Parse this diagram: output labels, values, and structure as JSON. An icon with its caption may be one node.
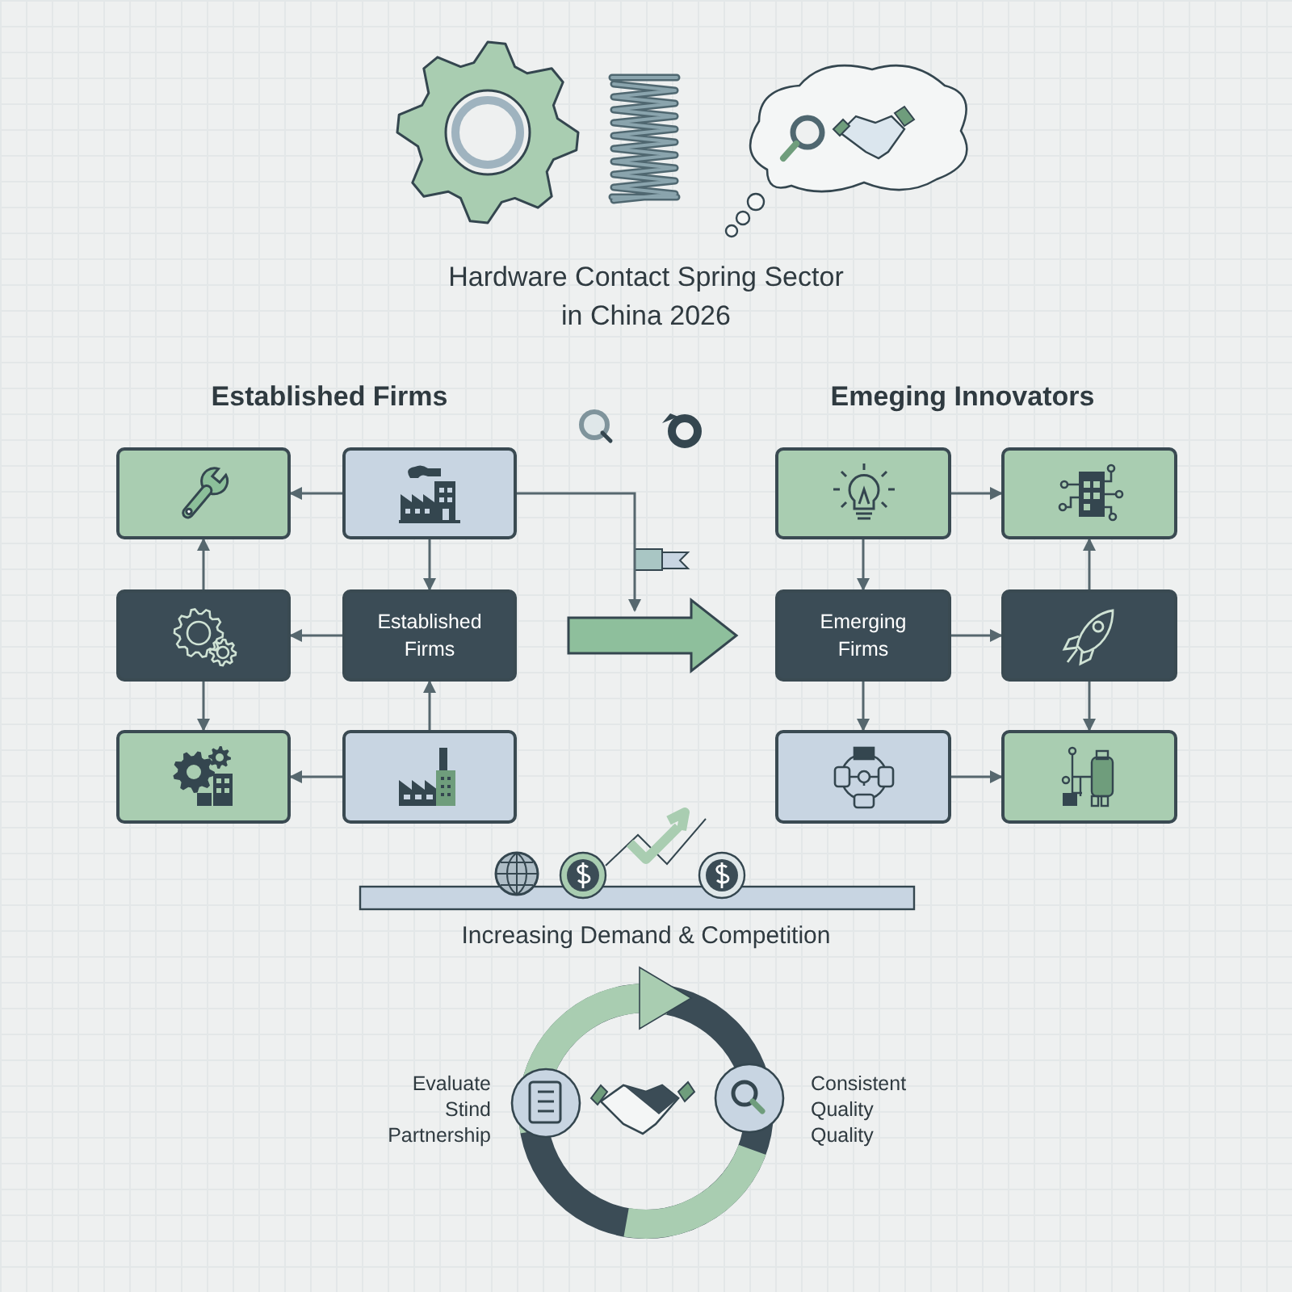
{
  "diagram": {
    "title": "Hardware Contact Spring Sector in China 2026",
    "nodes": [
      {
        "text": [],
        "shape": "box"
      },
      {
        "text": [],
        "shape": "box"
      },
      {
        "text": [],
        "shape": "box"
      },
      {
        "text": [
          "Established Firms"
        ]
      },
      {
        "text": [],
        "shape": "box"
      },
      {
        "text": [],
        "shape": "box"
      },
      {
        "text": [],
        "shape": "box"
      },
      {
        "text": [],
        "shape": "box"
      },
      {
        "text": [
          "Emerging Firms"
        ]
      },
      {
        "text": [],
        "shape": "box"
      },
      {
        "text": [],
        "shape": "box"
      },
      {
        "text": [],
        "shape": "box"
      }
    ],
    "edges": [
      {
        "from": 1,
        "to": 0,
        "arrow": "to"
      },
      {
        "from": 1,
        "to": 3,
        "arrow": "to"
      },
      {
        "from": 2,
        "to": 0,
        "arrow": "to"
      },
      {
        "from": 2,
        "to": 4,
        "arrow": "to"
      },
      {
        "from": 3,
        "to": 2,
        "arrow": "to"
      },
      {
        "from": 5,
        "to": 3,
        "arrow": "to"
      },
      {
        "from": 5,
        "to": 4,
        "arrow": "to"
      },
      {
        "from": 1,
        "to": null,
        "arrow": "to"
      },
      {
        "from": 3,
        "to": 8,
        "arrow": "to",
        "style": "thick",
        "color": "#8ebf9c"
      },
      {
        "from": 6,
        "to": 7,
        "arrow": "to"
      },
      {
        "from": 6,
        "to": 8,
        "arrow": "to"
      },
      {
        "from": 8,
        "to": 9,
        "arrow": "to"
      },
      {
        "from": 9,
        "to": 7,
        "arrow": "to"
      },
      {
        "from": 9,
        "to": 11,
        "arrow": "to"
      },
      {
        "from": 8,
        "to": 10,
        "arrow": "to"
      },
      {
        "from": 10,
        "to": 11,
        "arrow": "to"
      }
    ],
    "labels": [
      "Established Firms",
      "Emeging Innovators",
      "Increasing Demand & Competition",
      "Evaluate Stind Partnership",
      "Consistent Quality Quality"
    ]
  }
}
